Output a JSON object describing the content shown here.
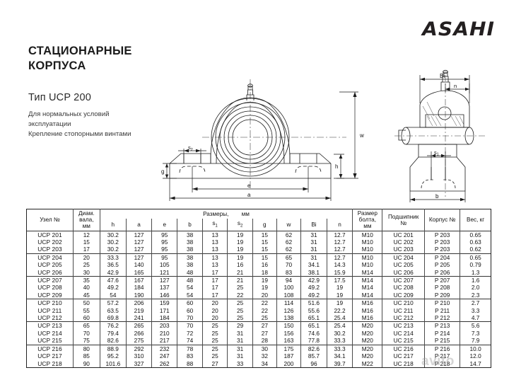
{
  "brand": {
    "name": "ASAHI"
  },
  "heading": {
    "title_line1": "СТАЦИОНАРНЫЕ",
    "title_line2": "КОРПУСА",
    "type": "Тип UCP 200",
    "sub_line1": "Для нормальных условий",
    "sub_line2": "эксплуатации",
    "sub_line3": "Крепление стопорными винтами"
  },
  "drawing": {
    "front_labels": {
      "s2": "s",
      "s2_sub": "2",
      "g": "g",
      "e": "e",
      "a": "a",
      "h": "h",
      "w": "w"
    },
    "side_labels": {
      "bi": "Bi",
      "n": "n",
      "s1": "s",
      "s1_sub": "1",
      "b": "b"
    }
  },
  "table": {
    "headers": {
      "unit": "Узел №",
      "shaft_diam_l1": "Диам.",
      "shaft_diam_l2": "вала,",
      "shaft_diam_l3": "мм",
      "dims_group": "Размеры,",
      "dims_group_unit": "мм",
      "h": "h",
      "a": "a",
      "e": "e",
      "b": "b",
      "s1": "s",
      "s1_sub": "1",
      "s2": "s",
      "s2_sub": "2",
      "g": "g",
      "w": "w",
      "bi": "Bi",
      "n": "n",
      "bolt_l1": "Размер",
      "bolt_l2": "болта,",
      "bolt_l3": "мм",
      "bearing_l1": "Подшипник",
      "bearing_l2": "№",
      "housing": "Корпус №",
      "weight": "Вес, кг"
    },
    "groups": [
      {
        "rows": [
          [
            "UCP 201",
            "12",
            "30.2",
            "127",
            "95",
            "38",
            "13",
            "19",
            "15",
            "62",
            "31",
            "12.7",
            "M10",
            "UC 201",
            "P 203",
            "0.65"
          ],
          [
            "UCP 202",
            "15",
            "30.2",
            "127",
            "95",
            "38",
            "13",
            "19",
            "15",
            "62",
            "31",
            "12.7",
            "M10",
            "UC 202",
            "P 203",
            "0.63"
          ],
          [
            "UCP 203",
            "17",
            "30.2",
            "127",
            "95",
            "38",
            "13",
            "19",
            "15",
            "62",
            "31",
            "12.7",
            "M10",
            "UC 203",
            "P 203",
            "0.62"
          ]
        ]
      },
      {
        "rows": [
          [
            "UCP 204",
            "20",
            "33.3",
            "127",
            "95",
            "38",
            "13",
            "19",
            "15",
            "65",
            "31",
            "12.7",
            "M10",
            "UC 204",
            "P 204",
            "0.65"
          ],
          [
            "UCP 205",
            "25",
            "36.5",
            "140",
            "105",
            "38",
            "13",
            "16",
            "16",
            "70",
            "34.1",
            "14.3",
            "M10",
            "UC 205",
            "P 205",
            "0.79"
          ],
          [
            "UCP 206",
            "30",
            "42.9",
            "165",
            "121",
            "48",
            "17",
            "21",
            "18",
            "83",
            "38.1",
            "15.9",
            "M14",
            "UC 206",
            "P 206",
            "1.3"
          ]
        ]
      },
      {
        "rows": [
          [
            "UCP 207",
            "35",
            "47.6",
            "167",
            "127",
            "48",
            "17",
            "21",
            "19",
            "94",
            "42.9",
            "17.5",
            "M14",
            "UC 207",
            "P 207",
            "1.6"
          ],
          [
            "UCP 208",
            "40",
            "49.2",
            "184",
            "137",
            "54",
            "17",
            "25",
            "19",
            "100",
            "49.2",
            "19",
            "M14",
            "UC 208",
            "P 208",
            "2.0"
          ],
          [
            "UCP 209",
            "45",
            "54",
            "190",
            "146",
            "54",
            "17",
            "22",
            "20",
            "108",
            "49.2",
            "19",
            "M14",
            "UC 209",
            "P 209",
            "2.3"
          ]
        ]
      },
      {
        "rows": [
          [
            "UCP 210",
            "50",
            "57.2",
            "206",
            "159",
            "60",
            "20",
            "25",
            "22",
            "114",
            "51.6",
            "19",
            "M16",
            "UC 210",
            "P 210",
            "2.7"
          ],
          [
            "UCP 211",
            "55",
            "63.5",
            "219",
            "171",
            "60",
            "20",
            "25",
            "22",
            "126",
            "55.6",
            "22.2",
            "M16",
            "UC 211",
            "P 211",
            "3.3"
          ],
          [
            "UCP 212",
            "60",
            "69.8",
            "241",
            "184",
            "70",
            "20",
            "25",
            "25",
            "138",
            "65.1",
            "25.4",
            "M16",
            "UC 212",
            "P 212",
            "4.7"
          ]
        ]
      },
      {
        "rows": [
          [
            "UCP 213",
            "65",
            "76.2",
            "265",
            "203",
            "70",
            "25",
            "29",
            "27",
            "150",
            "65.1",
            "25.4",
            "M20",
            "UC 213",
            "P 213",
            "5.6"
          ],
          [
            "UCP 214",
            "70",
            "79.4",
            "266",
            "210",
            "72",
            "25",
            "31",
            "27",
            "156",
            "74.6",
            "30.2",
            "M20",
            "UC 214",
            "P 214",
            "7.3"
          ],
          [
            "UCP 215",
            "75",
            "82.6",
            "275",
            "217",
            "74",
            "25",
            "31",
            "28",
            "163",
            "77.8",
            "33.3",
            "M20",
            "UC 215",
            "P 215",
            "7.9"
          ]
        ]
      },
      {
        "rows": [
          [
            "UCP 216",
            "80",
            "88.9",
            "292",
            "232",
            "78",
            "25",
            "31",
            "30",
            "175",
            "82.6",
            "33.3",
            "M20",
            "UC 216",
            "P 216",
            "10.0"
          ],
          [
            "UCP 217",
            "85",
            "95.2",
            "310",
            "247",
            "83",
            "25",
            "31",
            "32",
            "187",
            "85.7",
            "34.1",
            "M20",
            "UC 217",
            "P 217",
            "12.0"
          ],
          [
            "UCP 218",
            "90",
            "101.6",
            "327",
            "262",
            "88",
            "27",
            "33",
            "34",
            "200",
            "96",
            "39.7",
            "M22",
            "UC 218",
            "P 218",
            "14.7"
          ]
        ]
      }
    ]
  },
  "watermark": {
    "text": "avito"
  }
}
